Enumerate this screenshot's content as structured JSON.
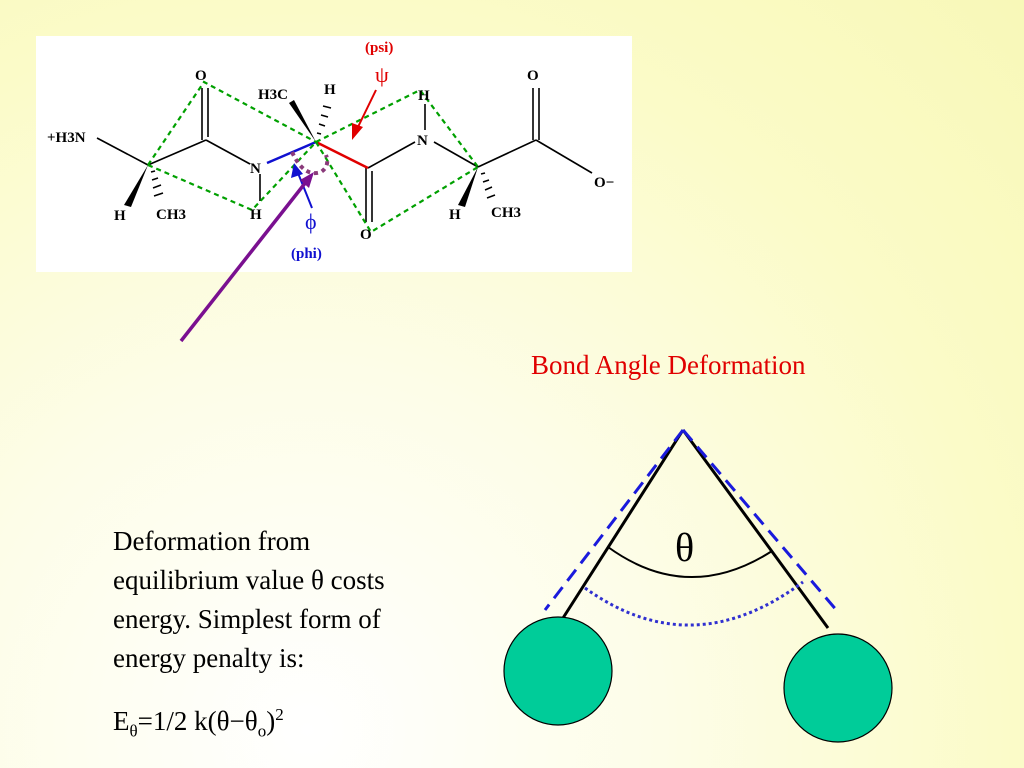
{
  "molecule": {
    "n_terminus": "+H3N",
    "o_left": "O",
    "h3c": "H3C",
    "h_top": "H",
    "n_mid": "N",
    "h_nh_mid": "H",
    "h_left": "H",
    "ch3_left": "CH3",
    "o_bottom": "O",
    "n_right": "N",
    "h_nh_right": "H",
    "h_right": "H",
    "ch3_right": "CH3",
    "o_right_top": "O",
    "o_carboxylate": "O−",
    "psi_label": "(psi)",
    "psi_symbol": "ψ",
    "phi_label": "(phi)",
    "phi_symbol": "ϕ",
    "colors": {
      "psi": "#e00000",
      "phi": "#1010d0",
      "hbond": "#00a000",
      "angle_arrow": "#7a1090"
    }
  },
  "bond_angle": {
    "title": "Bond Angle Deformation",
    "theta": "θ",
    "colors": {
      "title": "#e00000",
      "atom": "#00cc99",
      "equilibrium": "#1a1adc"
    }
  },
  "description": {
    "line1": "Deformation from",
    "line2": "equilibrium value θ costs",
    "line3": "energy.  Simplest form of",
    "line4": "energy penalty is:"
  },
  "formula": {
    "e": "E",
    "e_sub": "θ",
    "middle": "=1/2 k(θ−θ",
    "theta_sub": "o",
    "close": ")",
    "power": "2"
  }
}
